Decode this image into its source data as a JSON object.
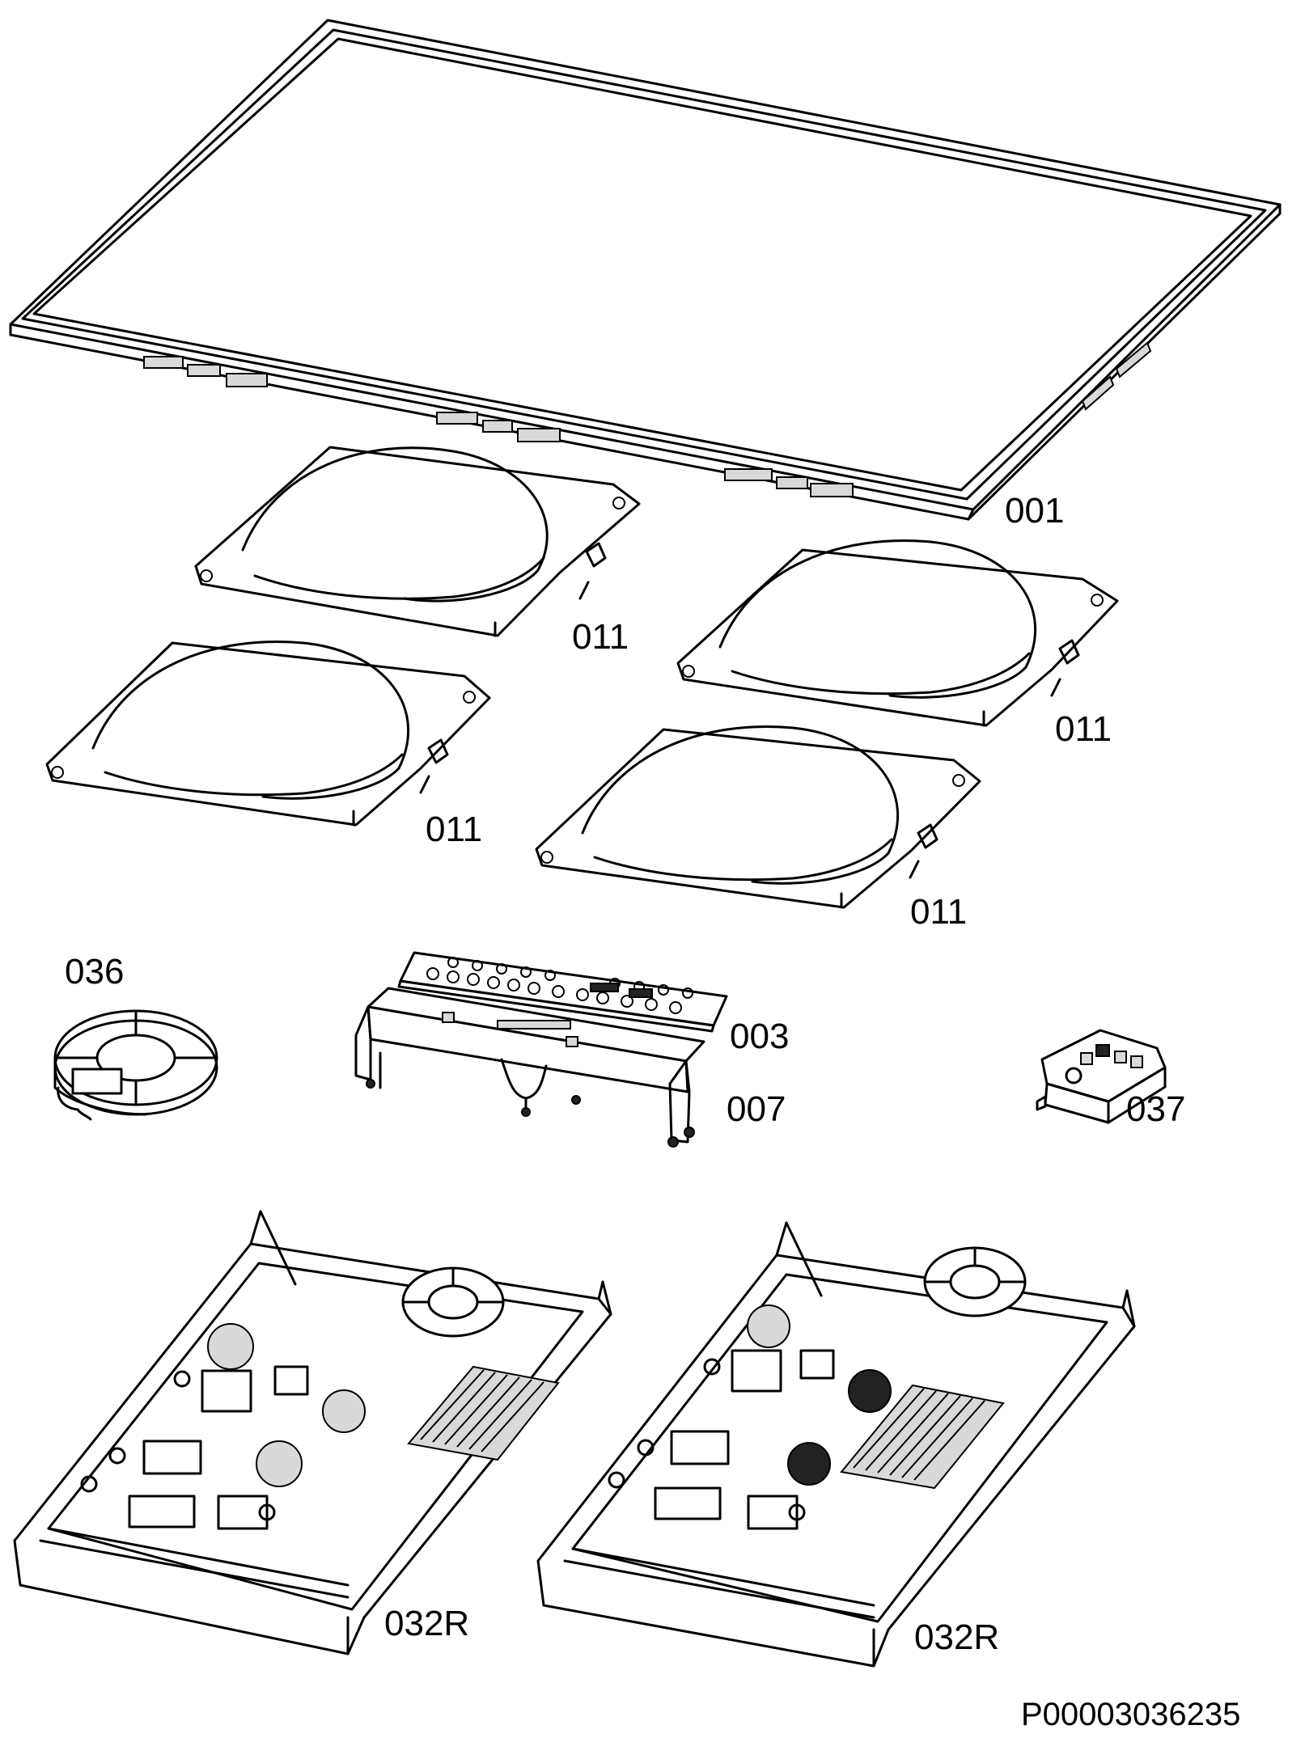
{
  "parts": {
    "glass_top": "001",
    "coil_1": "011",
    "coil_2": "011",
    "coil_3": "011",
    "coil_4": "011",
    "fan": "036",
    "control_pcb": "003",
    "control_bracket": "007",
    "terminal_block": "037",
    "power_module_left": "032R",
    "power_module_right": "032R"
  },
  "drawing_code": "P00003036235"
}
